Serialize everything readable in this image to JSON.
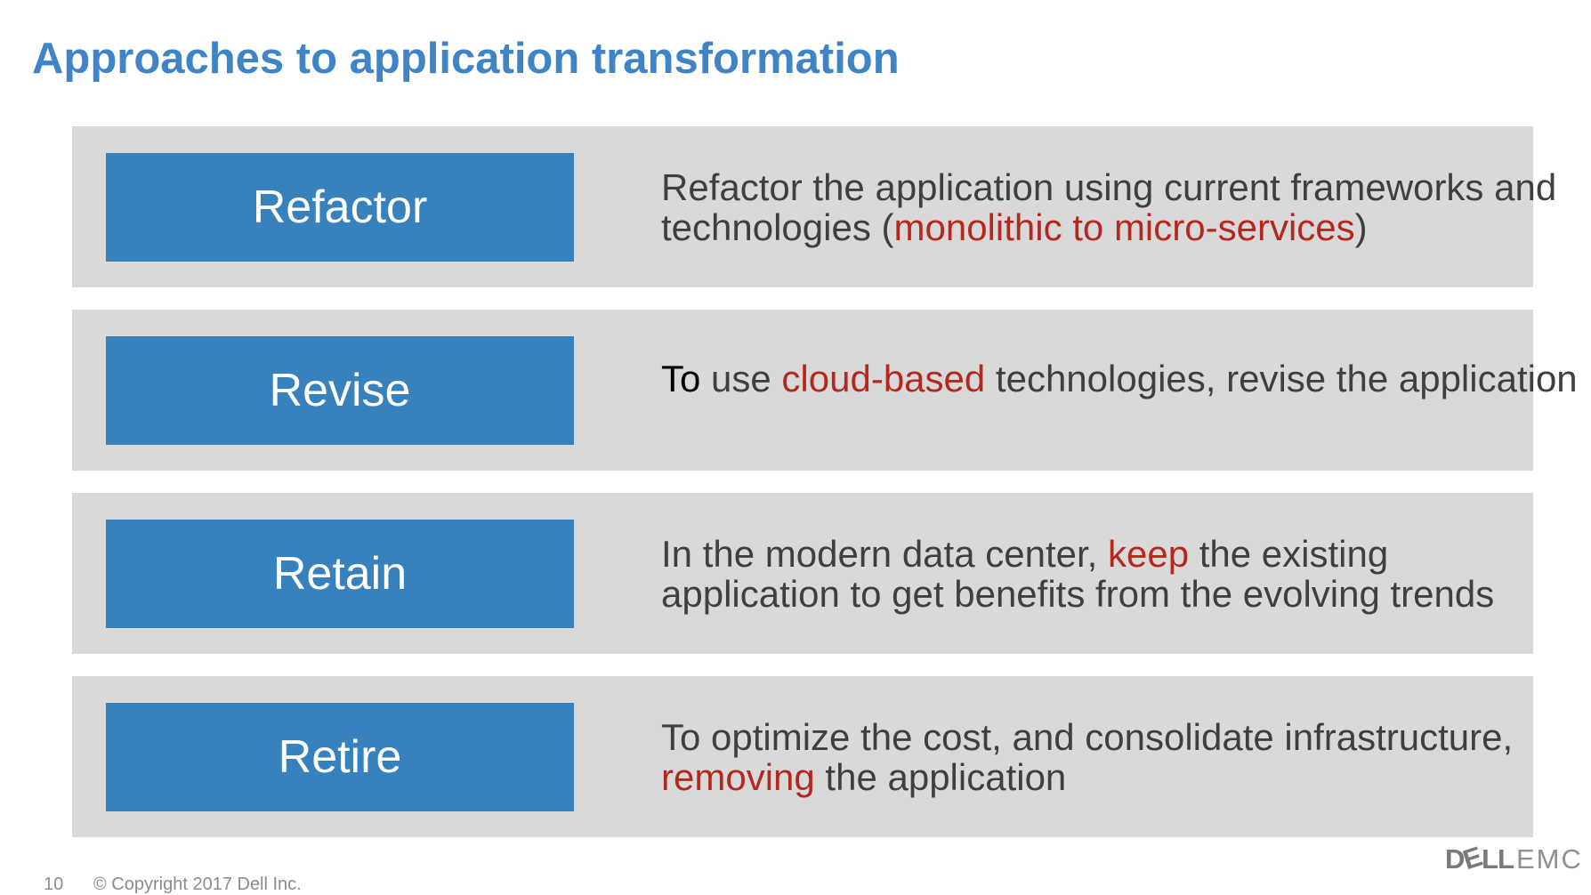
{
  "slide": {
    "title": "Approaches to application transformation",
    "page_number": "10",
    "copyright": "© Copyright 2017 Dell Inc.",
    "logo": {
      "dell_d": "D",
      "dell_e": "E",
      "dell_ll": "LL",
      "emc": "EMC"
    }
  },
  "colors": {
    "title_blue": "#3e84c6",
    "box_blue": "#3781bd",
    "band_gray": "#d9d9d9",
    "text_gray": "#3f3f3f",
    "highlight_red": "#b4281e",
    "footer_gray": "#8c8c8c",
    "logo_gray": "#7a7a7a"
  },
  "rows": [
    {
      "label": "Refactor",
      "lines": [
        {
          "parts": [
            {
              "t": "Refactor the application using current frameworks and",
              "c": "gray"
            }
          ]
        },
        {
          "parts": [
            {
              "t": "technologies (",
              "c": "gray"
            },
            {
              "t": "monolithic to micro-services",
              "c": "red"
            },
            {
              "t": ")",
              "c": "gray"
            }
          ]
        }
      ]
    },
    {
      "label": "Revise",
      "lines": [
        {
          "parts": [
            {
              "t": "To",
              "c": "black"
            },
            {
              "t": " use ",
              "c": "gray"
            },
            {
              "t": "cloud-based",
              "c": "red"
            },
            {
              "t": " technologies, revise the application",
              "c": "gray"
            }
          ]
        }
      ]
    },
    {
      "label": "Retain",
      "lines": [
        {
          "parts": [
            {
              "t": "In the modern data center, ",
              "c": "gray"
            },
            {
              "t": "keep",
              "c": "red"
            },
            {
              "t": " the existing",
              "c": "gray"
            }
          ]
        },
        {
          "parts": [
            {
              "t": "application to get benefits from the evolving trends",
              "c": "gray"
            }
          ]
        }
      ]
    },
    {
      "label": "Retire",
      "lines": [
        {
          "parts": [
            {
              "t": "To optimize the cost, and consolidate infrastructure,",
              "c": "gray"
            }
          ]
        },
        {
          "parts": [
            {
              "t": "removing",
              "c": "red"
            },
            {
              "t": " the application",
              "c": "gray"
            }
          ]
        }
      ]
    }
  ]
}
